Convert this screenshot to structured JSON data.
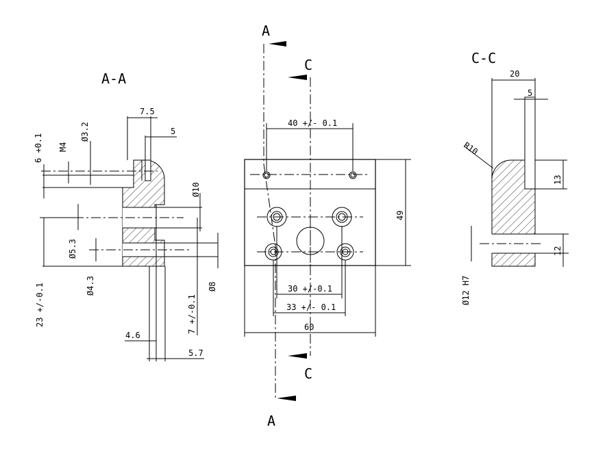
{
  "views": {
    "section_aa": {
      "title": "A-A",
      "dims": {
        "d7_5": "7.5",
        "d5": "5",
        "d3_2": "Ø3.2",
        "m4": "M4",
        "d6": "6 +0.1",
        "d10": "Ø10",
        "d5_3": "Ø5.3",
        "d4_3": "Ø4.3",
        "d8": "Ø8",
        "d23": "23 +/-0.1",
        "d7": "7 +/-0.1",
        "d4_6": "4.6",
        "d5_7": "5.7"
      }
    },
    "front": {
      "cut_a_top": "A",
      "cut_a_bottom": "A",
      "cut_c_top": "C",
      "cut_c_bottom": "C",
      "dims": {
        "d40": "40 +/- 0.1",
        "d49": "49",
        "d30": "30 +/-0.1",
        "d33": "33 +/- 0.1",
        "d60": "60"
      }
    },
    "section_cc": {
      "title": "C-C",
      "dims": {
        "d20": "20",
        "d5": "5",
        "r10": "R10",
        "d13": "13",
        "d12": "12",
        "d12h7": "Ø12 H7"
      }
    }
  }
}
